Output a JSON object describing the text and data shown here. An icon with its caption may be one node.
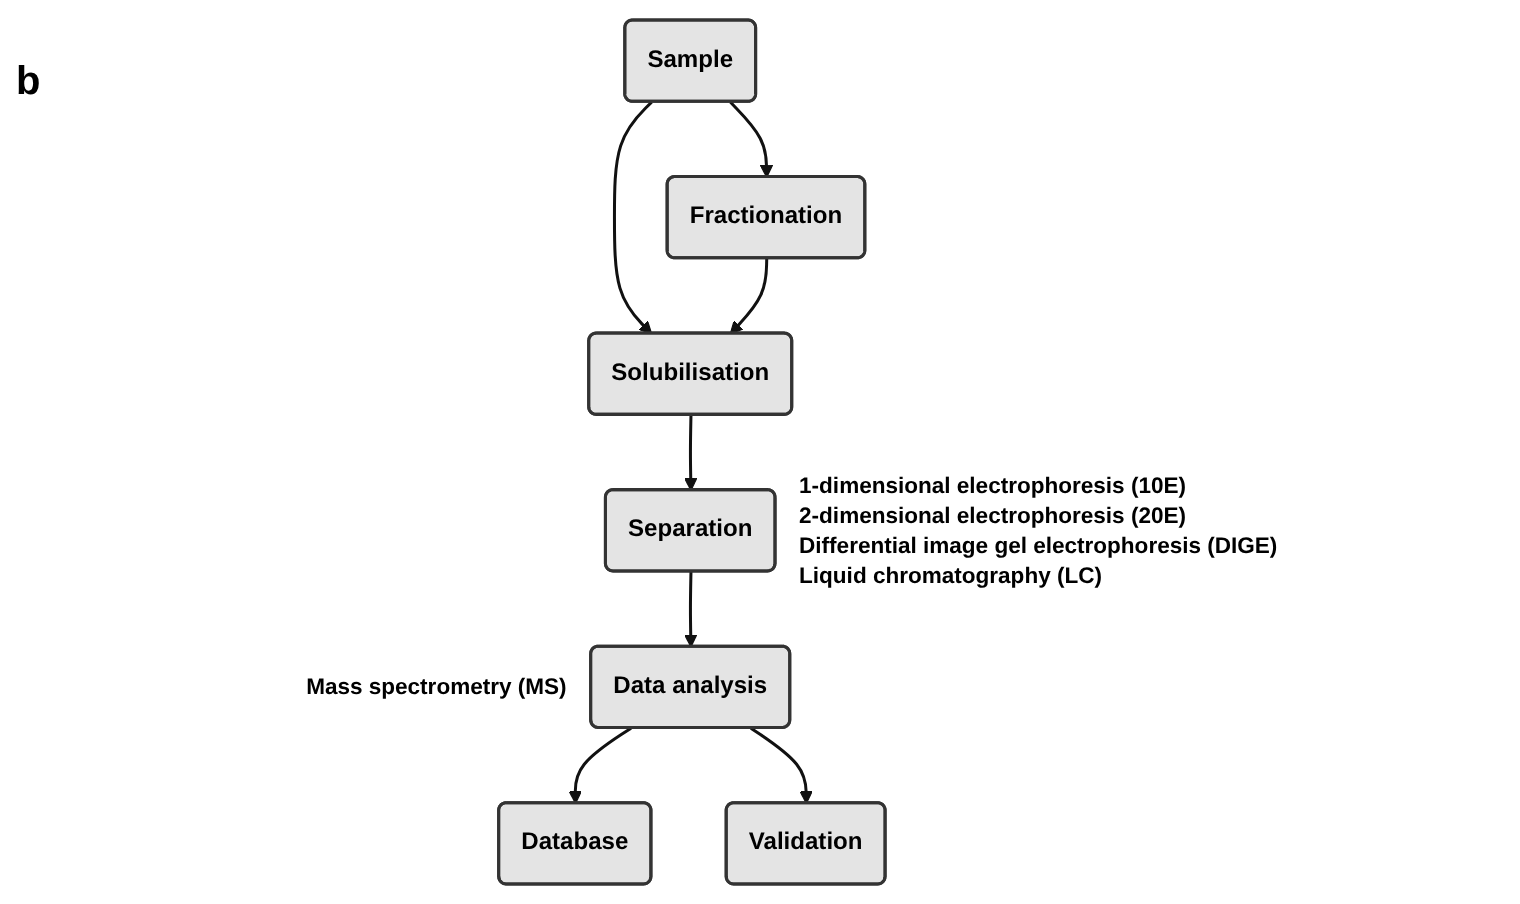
{
  "diagram": {
    "nodes": [
      {
        "text": [
          "Sample"
        ]
      },
      {
        "text": [
          "Fractionation"
        ]
      },
      {
        "text": [
          "Solubilisation"
        ]
      },
      {
        "text": [
          "Separation"
        ],
        "beside": [
          "1-dimensional electrophoresis (10E)",
          "2-dimensional electrophoresis (20E)",
          "Differential image gel electrophoresis (DIGE)",
          "Liquid chromatography (LC)"
        ]
      },
      {
        "text": [
          "Data analysis"
        ],
        "beside": [
          "Mass spectrometry (MS)"
        ]
      },
      {
        "text": [
          "Database"
        ]
      },
      {
        "text": [
          "Validation"
        ]
      }
    ],
    "edges": [
      {
        "from": 0,
        "to": 1,
        "arrow": "to"
      },
      {
        "from": 0,
        "to": 2,
        "arrow": "to"
      },
      {
        "from": 1,
        "to": 2,
        "arrow": "to"
      },
      {
        "from": 2,
        "to": 3,
        "arrow": "to"
      },
      {
        "from": 3,
        "to": 4,
        "arrow": "to"
      },
      {
        "from": 4,
        "to": 5,
        "arrow": "to"
      },
      {
        "from": 4,
        "to": 6,
        "arrow": "to"
      }
    ],
    "labels": [
      "b"
    ]
  }
}
